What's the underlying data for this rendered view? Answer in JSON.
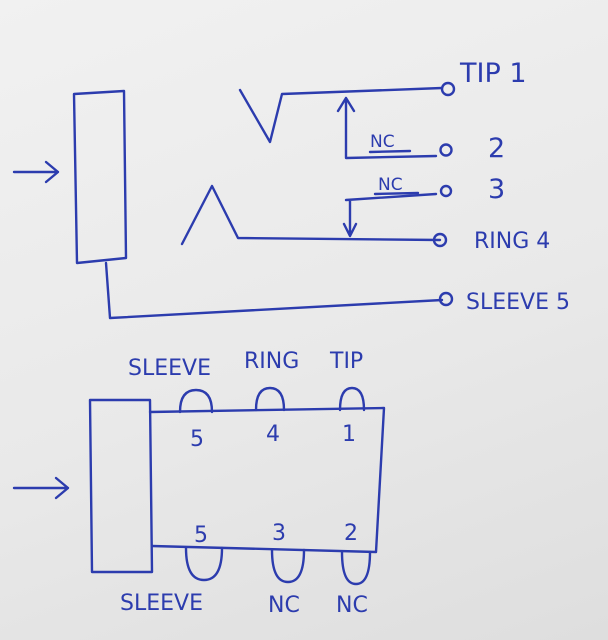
{
  "top": {
    "terminals": {
      "tip": "TIP 1",
      "n2": "2",
      "n3": "3",
      "ring": "RING 4",
      "sleeve": "SLEEVE 5"
    },
    "nc_upper": "NC",
    "nc_lower": "NC"
  },
  "bottom": {
    "top_row": {
      "labels": [
        "SLEEVE",
        "RING",
        "TIP"
      ],
      "numbers": [
        "5",
        "4",
        "1"
      ]
    },
    "bottom_row": {
      "labels": [
        "SLEEVE",
        "NC",
        "NC"
      ],
      "numbers": [
        "5",
        "3",
        "2"
      ]
    }
  },
  "colors": {
    "ink": "#2c3cae",
    "paper": "#ececec"
  }
}
